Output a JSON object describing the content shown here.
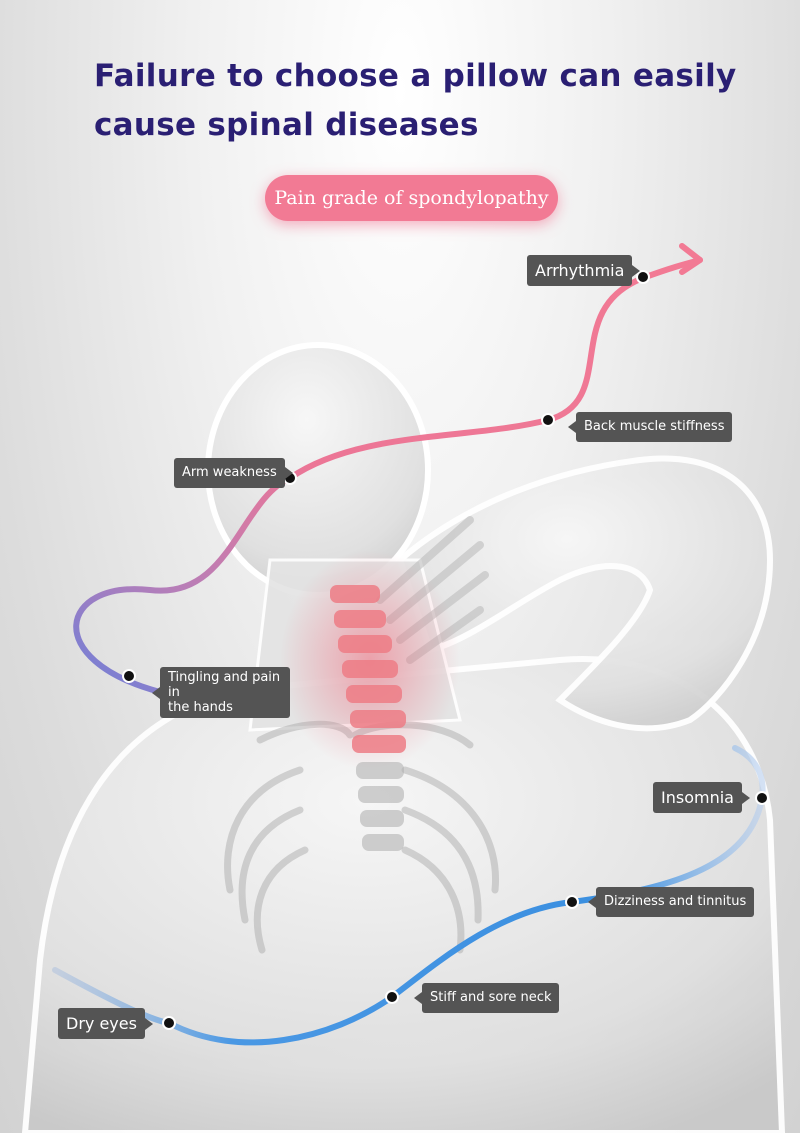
{
  "title": {
    "line1": "Failure to choose a pillow can easily",
    "line2": "cause spinal diseases"
  },
  "badge": {
    "label": "Pain grade of spondylopathy",
    "color": "#f27a94"
  },
  "colors": {
    "title": "#2a1f73",
    "curve_top": "#f27a94",
    "curve_bottom": "#3a8fe0",
    "label_bg": "#545454"
  },
  "symptoms": {
    "arrhythmia": "Arrhythmia",
    "back_muscle_stiffness": "Back muscle stiffness",
    "arm_weakness": "Arm weakness",
    "tingling_line1": "Tingling and pain in",
    "tingling_line2": "the hands",
    "insomnia": "Insomnia",
    "dizziness_tinnitus": "Dizziness and tinnitus",
    "stiff_sore_neck": "Stiff and sore neck",
    "dry_eyes": "Dry eyes"
  }
}
